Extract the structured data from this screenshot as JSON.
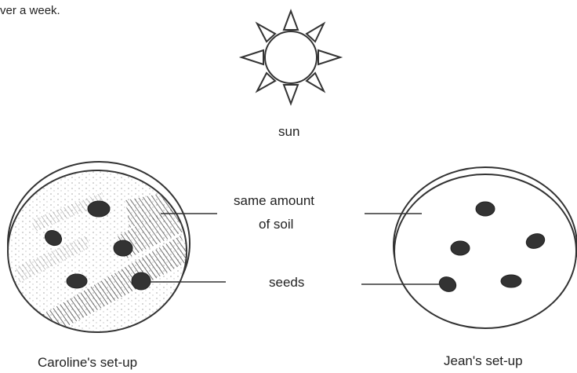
{
  "header": {
    "text": "ver a week."
  },
  "sun": {
    "label": "sun"
  },
  "labels": {
    "soil_line1": "same amount",
    "soil_line2": "of soil",
    "seeds": "seeds"
  },
  "setups": {
    "caroline": {
      "label": "Caroline's set-up"
    },
    "jean": {
      "label": "Jean's set-up"
    }
  }
}
